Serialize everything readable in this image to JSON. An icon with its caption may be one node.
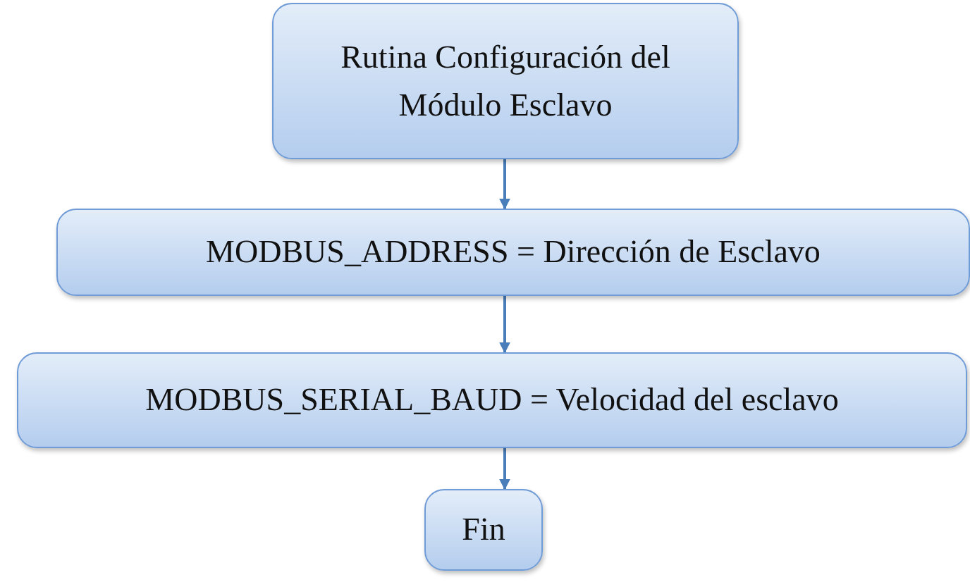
{
  "diagram": {
    "nodes": [
      {
        "text": [
          "Rutina Configuración del Módulo Esclavo"
        ]
      },
      {
        "text": [
          "MODBUS_ADDRESS = Dirección de Esclavo"
        ]
      },
      {
        "text": [
          "MODBUS_SERIAL_BAUD = Velocidad del esclavo"
        ]
      },
      {
        "text": [
          "Fin"
        ]
      }
    ],
    "edges": [
      {
        "from": 0,
        "to": 1,
        "arrow": "to"
      },
      {
        "from": 1,
        "to": 2,
        "arrow": "to"
      },
      {
        "from": 2,
        "to": 3,
        "arrow": "to"
      }
    ]
  }
}
